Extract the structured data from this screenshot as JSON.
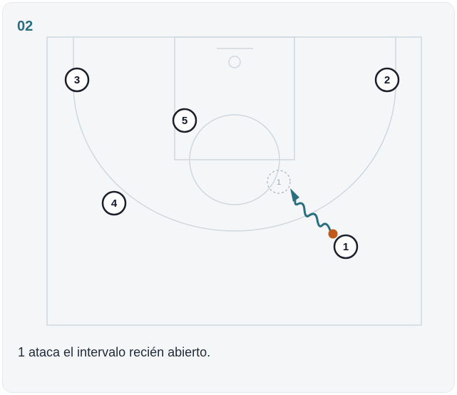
{
  "play_number": "02",
  "caption": "1 ataca el intervalo recién abierto.",
  "players": [
    {
      "label": "1",
      "role": "ball-handler"
    },
    {
      "label": "2"
    },
    {
      "label": "3"
    },
    {
      "label": "4"
    },
    {
      "label": "5"
    }
  ],
  "ghost_player": {
    "label": "1"
  },
  "colors": {
    "court_lines": "#cfd8df",
    "player_outline": "#1a1f2b",
    "dribble_path": "#2a6f80",
    "ball": "#c05a1a",
    "accent_text": "#2a6f80"
  },
  "icons": {
    "ball": "basketball-icon",
    "arrow": "dribble-arrow-icon"
  }
}
